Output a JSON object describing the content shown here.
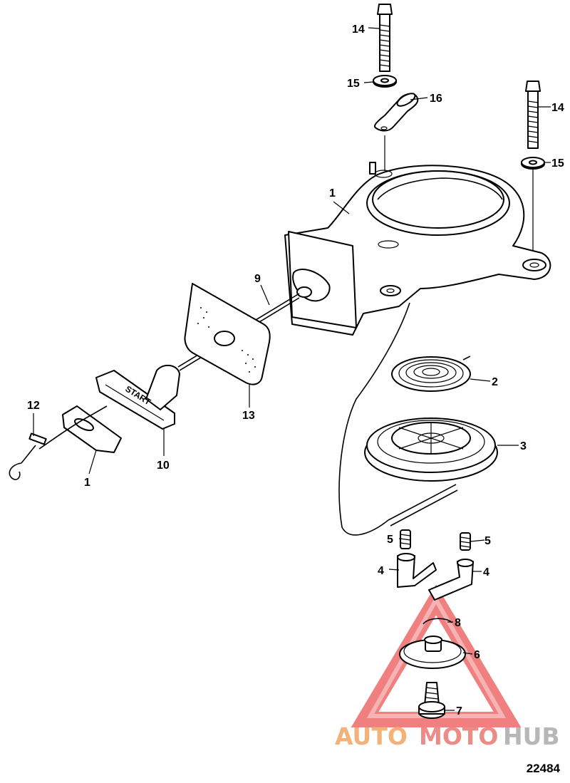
{
  "diagram": {
    "figure_number": "22484",
    "handle_label": "START",
    "watermark": {
      "part_a": "AUTO",
      "part_b": "MOTO",
      "part_c": "HUB",
      "color_a": "#f2b27a",
      "color_b": "#ec8c86",
      "color_c": "#b7b7b7",
      "triangle_color": "#ee6b6b"
    },
    "callouts": [
      {
        "id": "c14a",
        "label": "14"
      },
      {
        "id": "c15a",
        "label": "15"
      },
      {
        "id": "c16",
        "label": "16"
      },
      {
        "id": "c14b",
        "label": "14"
      },
      {
        "id": "c15b",
        "label": "15"
      },
      {
        "id": "c1a",
        "label": "1"
      },
      {
        "id": "c9",
        "label": "9"
      },
      {
        "id": "c2",
        "label": "2"
      },
      {
        "id": "c13",
        "label": "13"
      },
      {
        "id": "c12",
        "label": "12"
      },
      {
        "id": "c3",
        "label": "3"
      },
      {
        "id": "c10",
        "label": "10"
      },
      {
        "id": "c1b",
        "label": "1"
      },
      {
        "id": "c5a",
        "label": "5"
      },
      {
        "id": "c5b",
        "label": "5"
      },
      {
        "id": "c4a",
        "label": "4"
      },
      {
        "id": "c4b",
        "label": "4"
      },
      {
        "id": "c8",
        "label": "8"
      },
      {
        "id": "c6",
        "label": "6"
      },
      {
        "id": "c7",
        "label": "7"
      }
    ]
  }
}
